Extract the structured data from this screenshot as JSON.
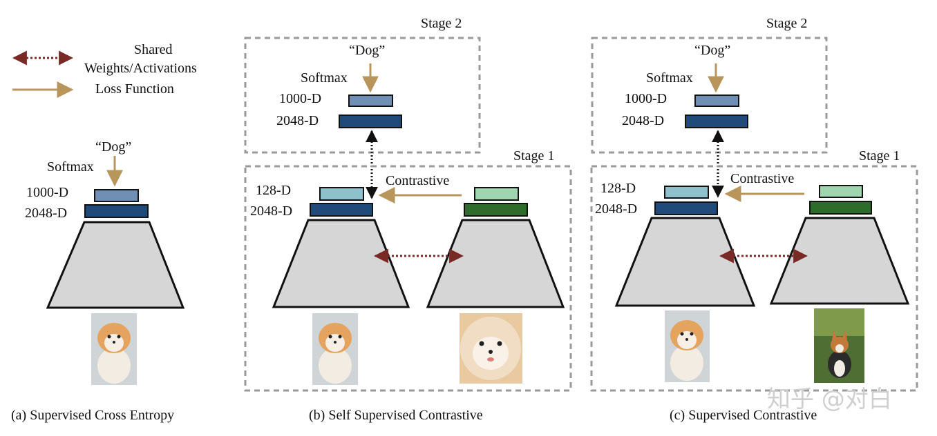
{
  "legend": {
    "shared_label_line1": "Shared",
    "shared_label_line2": "Weights/Activations",
    "loss_label": "Loss Function"
  },
  "panel_a": {
    "class_label": "“Dog”",
    "softmax": "Softmax",
    "dim_1000": "1000-D",
    "dim_2048": "2048-D",
    "image": "pomeranian-photo",
    "caption": "(a) Supervised Cross Entropy"
  },
  "panel_b": {
    "stage2": "Stage 2",
    "stage1": "Stage 1",
    "class_label": "“Dog”",
    "softmax": "Softmax",
    "dim_1000": "1000-D",
    "dim_2048_top": "2048-D",
    "dim_128": "128-D",
    "dim_2048": "2048-D",
    "contrastive": "Contrastive",
    "image_left": "pomeranian-photo",
    "image_right": "pomeranian-closeup-photo",
    "caption": "(b) Self Supervised Contrastive"
  },
  "panel_c": {
    "stage2": "Stage 2",
    "stage1": "Stage 1",
    "class_label": "“Dog”",
    "softmax": "Softmax",
    "dim_1000": "1000-D",
    "dim_2048_top": "2048-D",
    "dim_128": "128-D",
    "dim_2048": "2048-D",
    "contrastive": "Contrastive",
    "image_left": "pomeranian-photo",
    "image_right": "corgi-on-grass-photo",
    "caption": "(c) Supervised Contrastive"
  },
  "watermark": "知乎 @对白",
  "colors": {
    "arrow_gold": "#b8955a",
    "shared_red": "#7a2a24",
    "box_1000": "#6f8fb5",
    "box_2048": "#1f4a7a",
    "box_128": "#8fc1cc",
    "green_light": "#9fd6b0",
    "green_dark": "#2f6b2a",
    "trapezoid": "#d6d6d6",
    "dashed": "#999999"
  }
}
